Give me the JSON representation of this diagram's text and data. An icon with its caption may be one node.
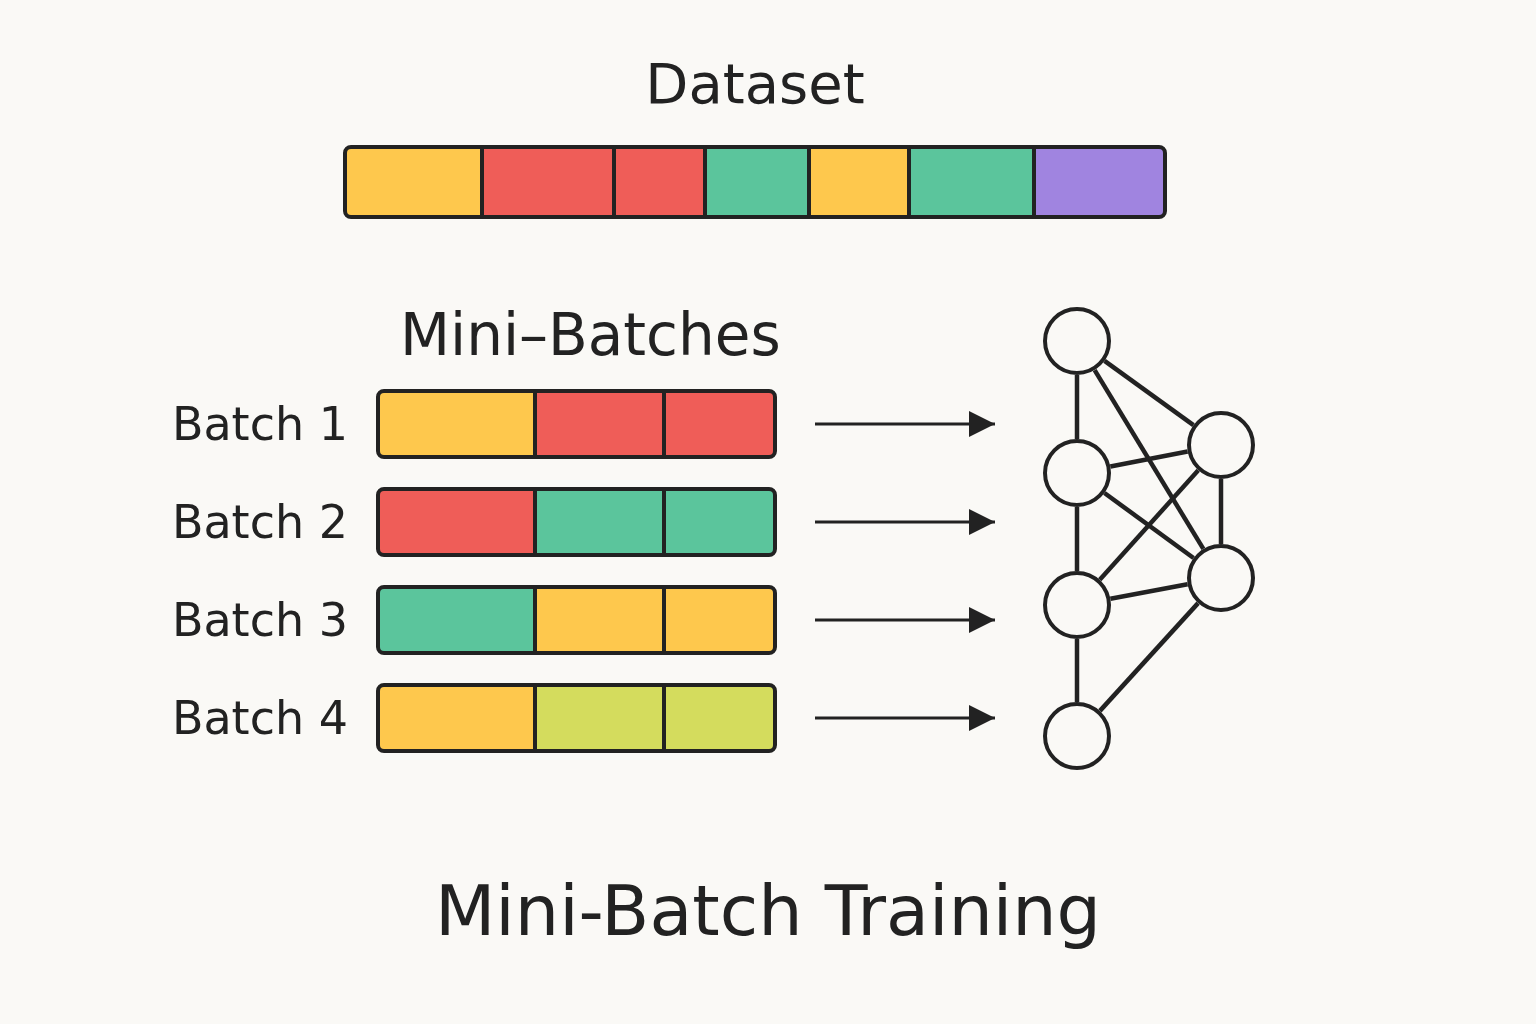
{
  "diagram": {
    "title": "Mini-Batch Training",
    "nodes": [
      {
        "text": [
          "Dataset"
        ]
      },
      {
        "text": [],
        "shape": "box",
        "in": 0
      },
      {
        "text": [],
        "shape": "box",
        "in": 0
      },
      {
        "text": [],
        "shape": "box",
        "in": 0
      },
      {
        "text": [],
        "shape": "box",
        "in": 0
      },
      {
        "text": [],
        "shape": "box",
        "in": 0
      },
      {
        "text": [],
        "shape": "box",
        "in": 0
      },
      {
        "text": [],
        "shape": "box",
        "in": 0
      },
      {
        "text": [
          "Batch 1"
        ]
      },
      {
        "text": [],
        "shape": "box",
        "in": 8
      },
      {
        "text": [],
        "shape": "box",
        "in": 8
      },
      {
        "text": [],
        "shape": "box",
        "in": 8
      },
      {
        "text": [
          "Batch 2"
        ]
      },
      {
        "text": [],
        "shape": "box",
        "in": 12
      },
      {
        "text": [],
        "shape": "box",
        "in": 12
      },
      {
        "text": [],
        "shape": "box",
        "in": 12
      },
      {
        "text": [
          "Batch 3"
        ]
      },
      {
        "text": [],
        "shape": "box",
        "in": 16
      },
      {
        "text": [],
        "shape": "box",
        "in": 16
      },
      {
        "text": [],
        "shape": "box",
        "in": 16
      },
      {
        "text": [
          "Batch 4"
        ]
      },
      {
        "text": [],
        "shape": "box",
        "in": 20
      },
      {
        "text": [],
        "shape": "box",
        "in": 20
      },
      {
        "text": [],
        "shape": "box",
        "in": 20
      },
      {
        "text": [],
        "shape": "circle"
      },
      {
        "text": [],
        "shape": "circle"
      },
      {
        "text": [],
        "shape": "circle"
      },
      {
        "text": [],
        "shape": "circle"
      },
      {
        "text": [],
        "shape": "circle"
      },
      {
        "text": [],
        "shape": "circle"
      }
    ],
    "edges": [
      {
        "from": 8,
        "to": null,
        "arrow": "to"
      },
      {
        "from": 12,
        "to": null,
        "arrow": "to"
      },
      {
        "from": 16,
        "to": null,
        "arrow": "to"
      },
      {
        "from": 20,
        "to": null,
        "arrow": "to"
      },
      {
        "from": 24,
        "to": 25,
        "arrow": "none"
      },
      {
        "from": 24,
        "to": 28,
        "arrow": "none"
      },
      {
        "from": 24,
        "to": 29,
        "arrow": "none"
      },
      {
        "from": 25,
        "to": 26,
        "arrow": "none"
      },
      {
        "from": 25,
        "to": 28,
        "arrow": "none"
      },
      {
        "from": 25,
        "to": 29,
        "arrow": "none"
      },
      {
        "from": 26,
        "to": 27,
        "arrow": "none"
      },
      {
        "from": 26,
        "to": 28,
        "arrow": "none"
      },
      {
        "from": 26,
        "to": 29,
        "arrow": "none"
      },
      {
        "from": 27,
        "to": 29,
        "arrow": "none"
      },
      {
        "from": 28,
        "to": 29,
        "arrow": "none"
      }
    ],
    "labels": [
      "Mini–Batches"
    ]
  }
}
